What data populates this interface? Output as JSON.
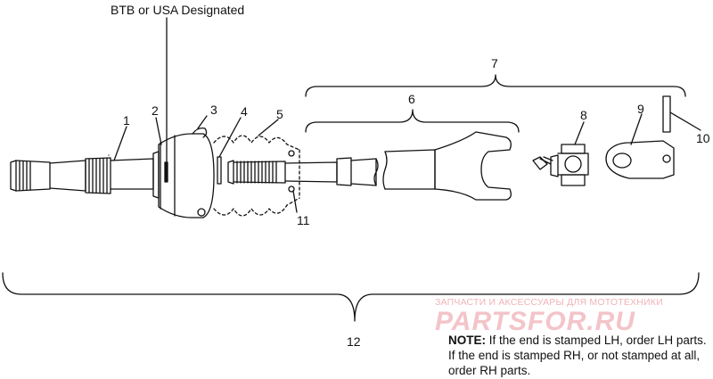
{
  "diagram": {
    "heading": "BTB or USA Designated",
    "callouts": {
      "c1": "1",
      "c2": "2",
      "c3": "3",
      "c4": "4",
      "c5": "5",
      "c6": "6",
      "c7": "7",
      "c8": "8",
      "c9": "9",
      "c10": "10",
      "c11": "11",
      "c12": "12"
    },
    "note": {
      "prefix": "NOTE:",
      "text": " If the end is stamped LH, order LH parts.  If the end is stamped RH, or not stamped at all, order RH parts."
    },
    "watermark": {
      "tagline": "ЗАПЧАСТИ И АКСЕССУАРЫ ДЛЯ МОТОТЕХНИКИ",
      "brand": "PARTSFOR.RU"
    }
  }
}
